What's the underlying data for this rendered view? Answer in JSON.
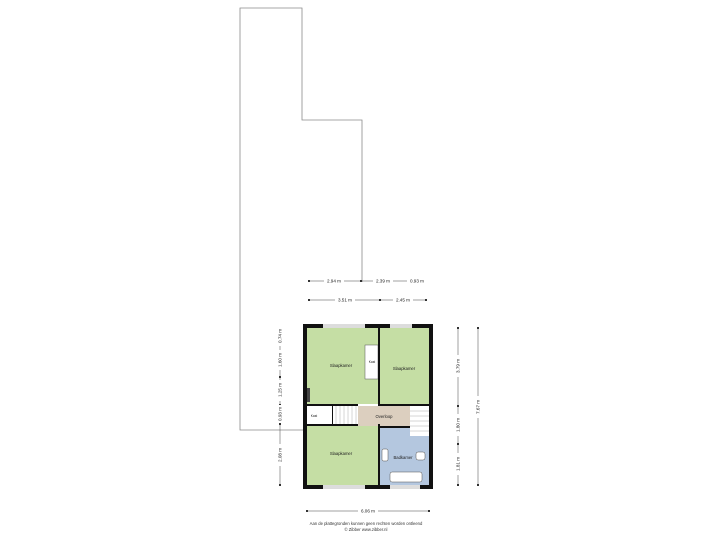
{
  "rooms": {
    "bedroom_1": "Slaapkamer",
    "bedroom_2": "Slaapkamer",
    "bedroom_3": "Slaapkamer",
    "closet_1": "Kast",
    "closet_2": "Kast",
    "landing": "Overloop",
    "bathroom": "Badkamer"
  },
  "dimensions": {
    "top_row1_a": "2.94 m",
    "top_row1_b": "2.39 m",
    "top_row1_c": "0.93 m",
    "top_row2_a": "3.51 m",
    "top_row2_b": "2.45 m",
    "left_a": "0.74 m",
    "left_b": "1.60 m",
    "left_c": "1.25 m",
    "left_d": "0.93 m",
    "left_e": "2.08 m",
    "right_a": "3.79 m",
    "right_b": "1.80 m",
    "right_c": "1.81 m",
    "right_total": "7.67 m",
    "bottom_total": "6.06 m"
  },
  "footer": {
    "line1": "Aan de plattegronden kunnen geen rechten worden ontleend",
    "line2": "© Zibber www.zibber.nl"
  },
  "colors": {
    "bedroom": "#c5dea4",
    "landing": "#dccfbf",
    "bathroom": "#b4c7df",
    "wall": "#111111",
    "outline": "#8a8a8a"
  }
}
